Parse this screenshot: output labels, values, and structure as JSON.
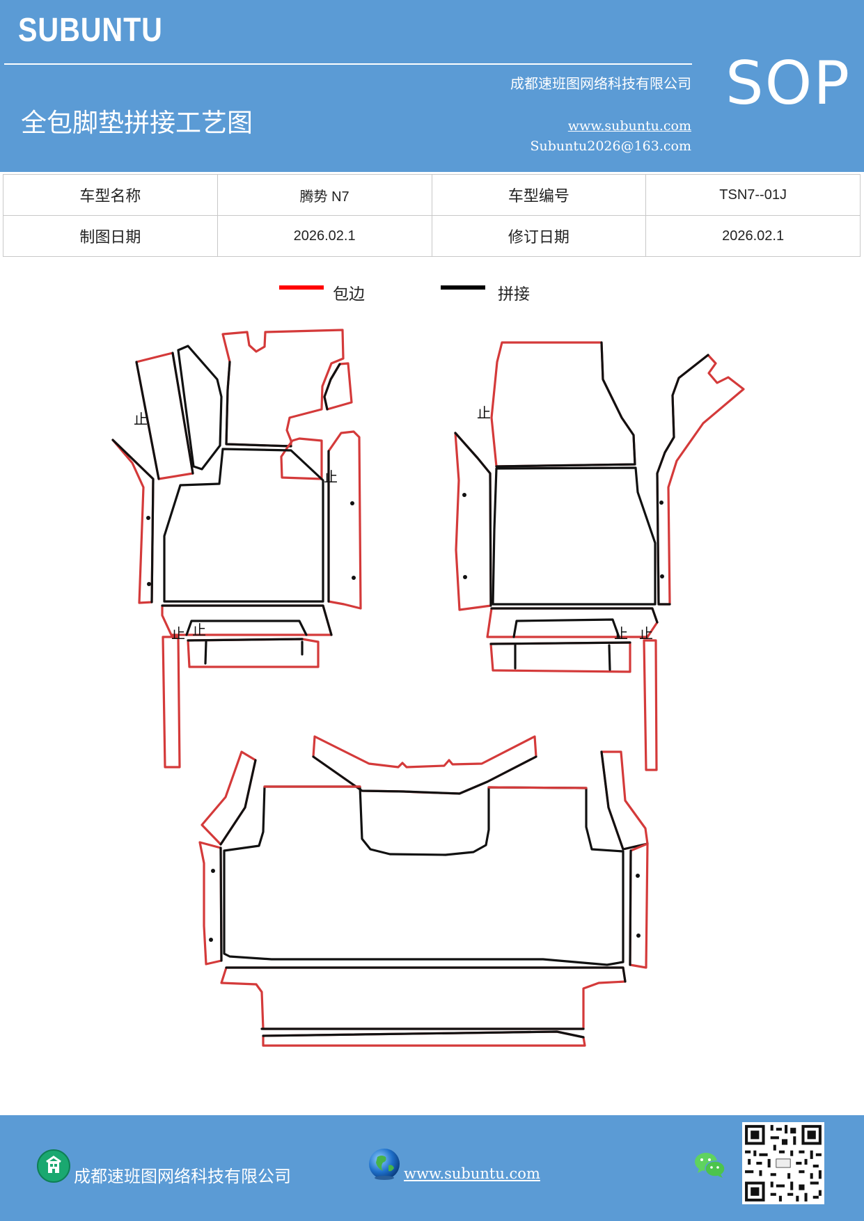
{
  "header": {
    "brand": "SUBUNTU",
    "company": "成都速班图网络科技有限公司",
    "title": "全包脚垫拼接工艺图",
    "website": "www.subuntu.com",
    "email": "Subuntu2026@163.com",
    "badge": "SOP"
  },
  "info_table": {
    "row1": {
      "label1": "车型名称",
      "value1": "腾势 N7",
      "label2": "车型编号",
      "value2": "TSN7--01J"
    },
    "row2": {
      "label1": "制图日期",
      "value1": "2026.02.1",
      "label2": "修订日期",
      "value2": "2026.02.1"
    }
  },
  "legend": {
    "edge_label": "包边",
    "edge_color": "#ff0000",
    "join_label": "拼接",
    "join_color": "#000000"
  },
  "drawing": {
    "stop_mark": "止"
  },
  "footer": {
    "company": "成都速班图网络科技有限公司",
    "website": "www.subuntu.com",
    "company_icon": "building-icon",
    "web_icon": "globe-icon",
    "wechat_icon": "wechat-icon",
    "qr": "qr-code"
  }
}
